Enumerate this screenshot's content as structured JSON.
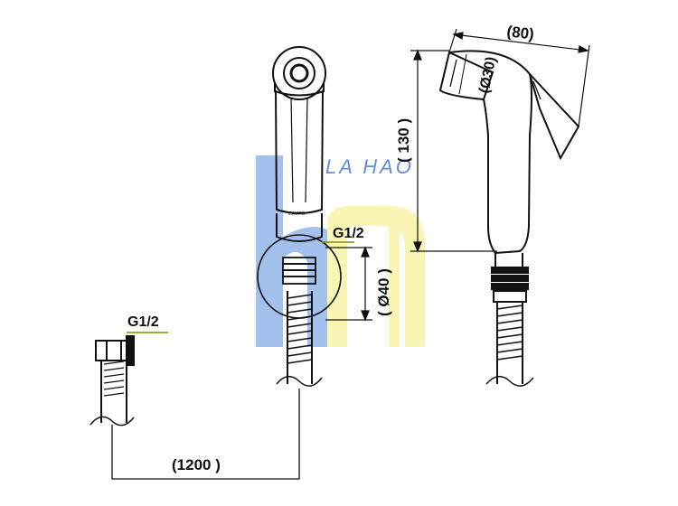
{
  "dimensions": {
    "length_80": "(80)",
    "diameter_30": "(Ø30)",
    "height_130": "( 130 )",
    "diameter_40": "( Ø40 )",
    "hose_1200": "(1200 )"
  },
  "threads": {
    "holder_thread": "G1/2",
    "hose_end_thread": "G1/2"
  },
  "brand": {
    "product_mark": "CAVITO"
  },
  "watermark": {
    "text": "LA HAO",
    "color_blue": "#5b8fe0",
    "color_yellow": "#f5ef7a",
    "color_text": "#4a78d6"
  },
  "colors": {
    "line": "#111111",
    "thread_line": "#8a8a00"
  }
}
